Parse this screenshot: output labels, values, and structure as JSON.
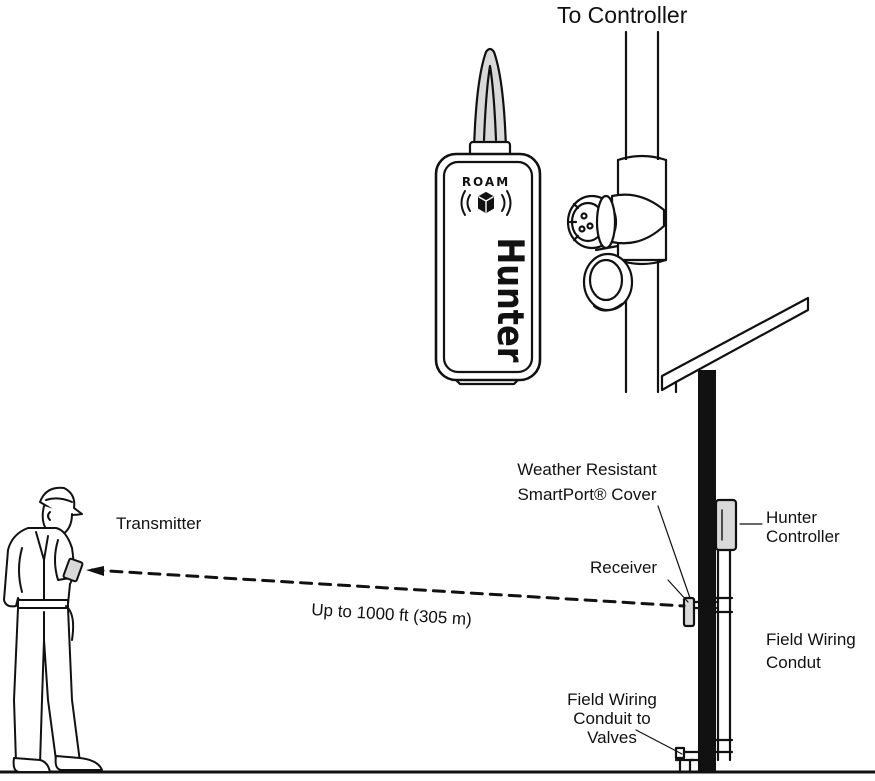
{
  "labels": {
    "to_controller": "To Controller",
    "transmitter": "Transmitter",
    "range": "Up to 1000 ft (305 m)",
    "smartport_cover_line1": "Weather Resistant",
    "smartport_cover_line2": "SmartPort® Cover",
    "receiver": "Receiver",
    "hunter_controller_line1": "Hunter",
    "hunter_controller_line2": "Controller",
    "field_wiring_line1": "Field Wiring",
    "field_wiring_line2": "Condut",
    "conduit_valves_line1": "Field Wiring",
    "conduit_valves_line2": "Conduit to",
    "conduit_valves_line3": "Valves"
  },
  "device": {
    "model": "ROAM",
    "brand": "Hunter"
  },
  "colors": {
    "line": "#111111",
    "fill": "#ffffff",
    "shade": "#d9d9d9"
  }
}
